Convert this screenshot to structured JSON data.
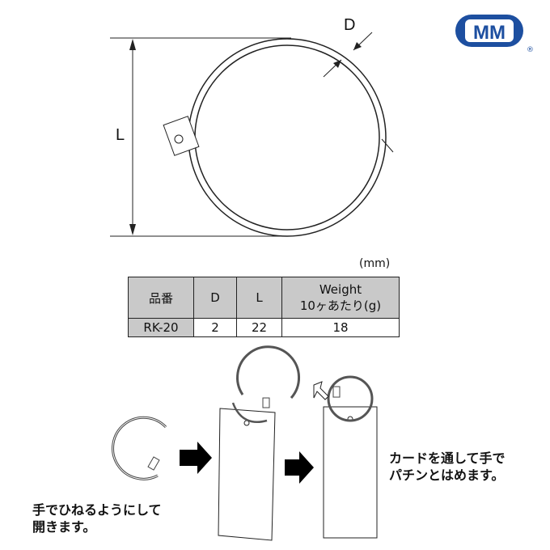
{
  "logo": {
    "text": "MM",
    "registered": "®",
    "color": "#1d4fa0"
  },
  "diagram": {
    "label_d": "D",
    "label_l": "L"
  },
  "spec_table": {
    "unit": "(mm)",
    "headers": [
      "品番",
      "D",
      "L",
      "Weight",
      "10ヶあたり(g)"
    ],
    "rows": [
      [
        "RK-20",
        "2",
        "22",
        "18"
      ]
    ]
  },
  "instructions": {
    "open": [
      "手でひねるようにして",
      "開きます。"
    ],
    "close": [
      "カードを通して手で",
      "パチンとはめます。"
    ]
  }
}
